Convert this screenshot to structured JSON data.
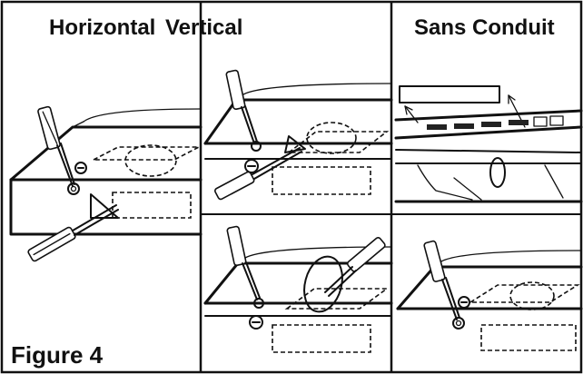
{
  "labels": {
    "horizontal": "Horizontal",
    "vertical": "Vertical",
    "sans_conduit": "Sans Conduit",
    "figure": "Figure 4",
    "minus_sign": "−"
  },
  "colors": {
    "ink": "#111111",
    "background": "#ffffff"
  },
  "icons": [
    "screwdriver-icon",
    "minus-sign-icon"
  ]
}
